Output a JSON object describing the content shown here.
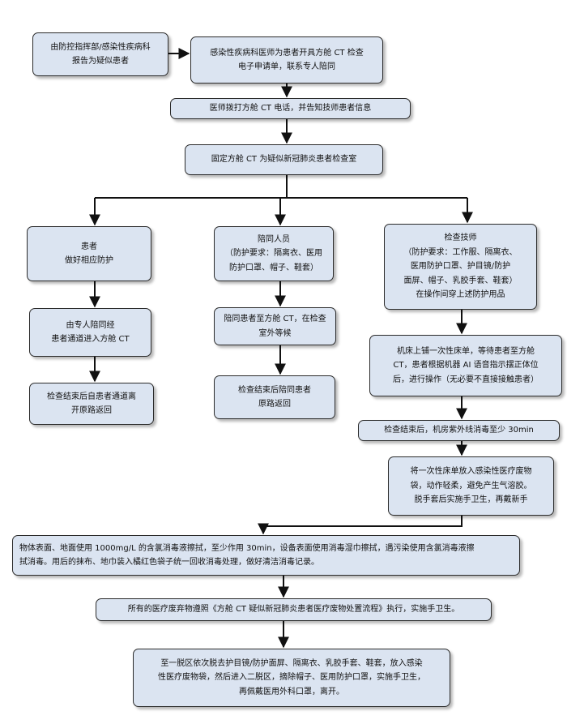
{
  "nodes": {
    "reporter": [
      "由防控指挥部/感染性疾病科",
      "报告为疑似患者"
    ],
    "apply": [
      "感染性疾病科医师为患者开具方舱 CT 检查",
      "电子申请单，联系专人陪同"
    ],
    "call": [
      "医师拨打方舱 CT 电话，并告知技师患者信息"
    ],
    "fixed_room": [
      "固定方舱 CT 为疑似新冠肺炎患者检查室"
    ],
    "patient": [
      "患者",
      "做好相应防护"
    ],
    "patient_route": [
      "由专人陪同经",
      "患者通道进入方舱 CT"
    ],
    "patient_return": [
      "检查结束后自患者通道离",
      "开原路返回"
    ],
    "escort": [
      "陪同人员",
      "（防护要求：隔离衣、医用",
      "防护口罩、帽子、鞋套）"
    ],
    "escort_wait": [
      "陪同患者至方舱 CT，在检查",
      "室外等候"
    ],
    "escort_return": [
      "检查结束后陪同患者",
      "原路返回"
    ],
    "technician": [
      "检查技师",
      "（防护要求：工作服、隔离衣、",
      "医用防护口罩、护目镜/防护",
      "面屏、帽子、乳胶手套、鞋套）",
      "在操作间穿上述防护用品"
    ],
    "bed": [
      "机床上铺一次性床单，等待患者至方舱",
      "CT，患者根据机器 AI 语音指示摆正体位",
      "后，进行操作（无必要不直接接触患者）"
    ],
    "uv": [
      "检查结束后，机房紫外线消毒至少 30min"
    ],
    "sheet": [
      "将一次性床单放入感染性医疗废物",
      "袋，动作轻柔，避免产生气溶胶。",
      "脱手套后实施手卫生，再戴新手"
    ],
    "disinfect": [
      "物体表面、地面使用 1000mg/L 的含氯消毒液擦拭，至少作用 30min，设备表面使用消毒湿巾擦拭，遇污染使用含氯消毒液擦",
      "拭消毒。用后的抹布、地巾装入橘红色袋子统一回收消毒处理，做好清洁消毒记录。"
    ],
    "waste": [
      "所有的医疗废弃物遵照《方舱 CT 疑似新冠肺炎患者医疗废物处置流程》执行，实施手卫生。"
    ],
    "undress": [
      "至一脱区依次脱去护目镜/防护面屏、隔离衣、乳胶手套、鞋套，放入感染",
      "性医疗废物袋，然后进入二脱区，摘除帽子、医用防护口罩，实施手卫生，",
      "再佩戴医用外科口罩，离开。"
    ]
  },
  "colors": {
    "box_fill": "#dbe4f1",
    "box_border": "#2b2b2b",
    "arrow": "#111111"
  }
}
